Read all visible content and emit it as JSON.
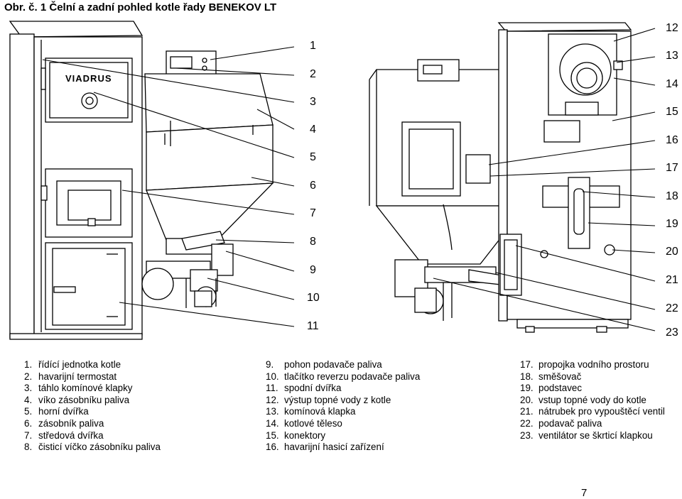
{
  "caption": "Obr. č. 1 Čelní a zadní pohled kotle řady BENEKOV LT",
  "brand_logo": "VIADRUS",
  "left_callouts": [
    "1",
    "2",
    "3",
    "4",
    "5",
    "6",
    "7",
    "8",
    "9",
    "10",
    "11"
  ],
  "right_callouts": [
    "12",
    "13",
    "14",
    "15",
    "16",
    "17",
    "18",
    "19",
    "20",
    "21",
    "22",
    "23"
  ],
  "legend": {
    "col1": [
      {
        "n": "1.",
        "t": "řídící jednotka kotle"
      },
      {
        "n": "2.",
        "t": "havarijní termostat"
      },
      {
        "n": "3.",
        "t": "táhlo komínové klapky"
      },
      {
        "n": "4.",
        "t": "víko zásobníku paliva"
      },
      {
        "n": "5.",
        "t": "horní dvířka"
      },
      {
        "n": "6.",
        "t": "zásobník paliva"
      },
      {
        "n": "7.",
        "t": "středová dvířka"
      },
      {
        "n": "8.",
        "t": "čisticí víčko zásobníku paliva"
      }
    ],
    "col2": [
      {
        "n": "9.",
        "t": "pohon podavače paliva"
      },
      {
        "n": "10.",
        "t": "tlačítko reverzu podavače paliva"
      },
      {
        "n": "11.",
        "t": "spodní dvířka"
      },
      {
        "n": "12.",
        "t": "výstup topné vody z kotle"
      },
      {
        "n": "13.",
        "t": "komínová klapka"
      },
      {
        "n": "14.",
        "t": "kotlové těleso"
      },
      {
        "n": "15.",
        "t": "konektory"
      },
      {
        "n": "16.",
        "t": "havarijní hasicí zařízení"
      }
    ],
    "col3": [
      {
        "n": "17.",
        "t": "propojka vodního prostoru"
      },
      {
        "n": "18.",
        "t": "směšovač"
      },
      {
        "n": "19.",
        "t": "podstavec"
      },
      {
        "n": "20.",
        "t": "vstup topné vody do kotle"
      },
      {
        "n": "21.",
        "t": "nátrubek pro vypouštěcí ventil"
      },
      {
        "n": "22.",
        "t": "podavač paliva"
      },
      {
        "n": "23.",
        "t": "ventilátor se škrticí klapkou"
      }
    ]
  },
  "page_number": "7"
}
